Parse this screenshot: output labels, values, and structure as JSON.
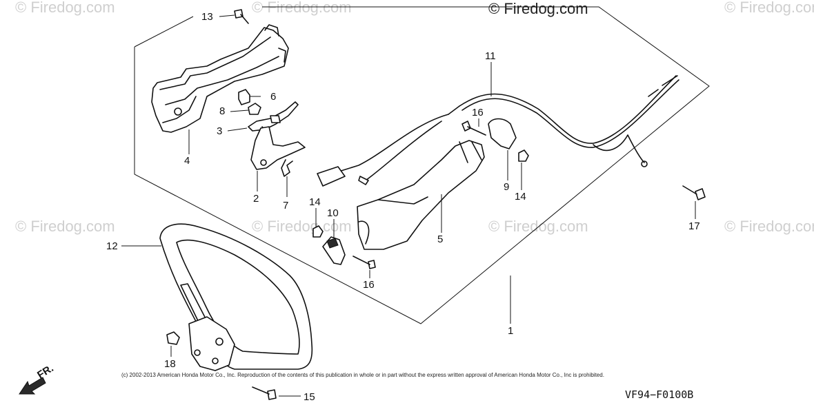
{
  "watermarks": {
    "top_center": "© Firedog.com",
    "repeat_text": "© Firedog.com"
  },
  "callouts": [
    "13",
    "6",
    "8",
    "3",
    "4",
    "2",
    "7",
    "11",
    "16",
    "9",
    "14",
    "17",
    "14",
    "10",
    "5",
    "16",
    "12",
    "1",
    "18",
    "15"
  ],
  "footer": {
    "copyright": "(c) 2002-2013 American Honda Motor Co., Inc. Reproduction of the contents of this publication in whole or in part without the express written approval of American Honda Motor Co., Inc is prohibited.",
    "diagram_code": "VF94−F0100B",
    "direction_label": "FR."
  },
  "colors": {
    "line": "#111111",
    "watermark": "#cfcfcf",
    "background": "#ffffff"
  }
}
